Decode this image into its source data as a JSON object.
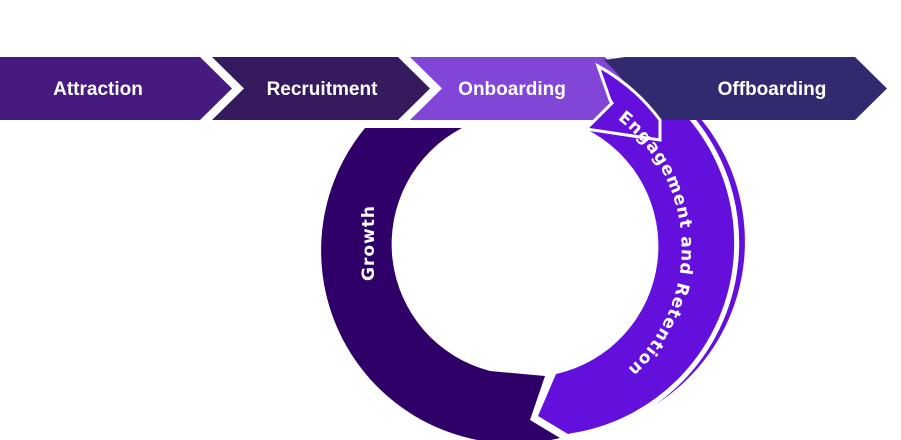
{
  "diagram": {
    "title": "Employee lifecycle",
    "stages": [
      {
        "id": "attraction",
        "label": "Attraction",
        "color": "#461a7e"
      },
      {
        "id": "recruitment",
        "label": "Recruitment",
        "color": "#361a5e"
      },
      {
        "id": "onboarding",
        "label": "Onboarding",
        "color": "#8145d8"
      },
      {
        "id": "offboarding",
        "label": "Offboarding",
        "color": "#312a6e"
      }
    ],
    "cycle": [
      {
        "id": "engagement",
        "label": "Engagement and Retention",
        "color": "#6410dc"
      },
      {
        "id": "growth",
        "label": "Growth",
        "color": "#2f0068"
      }
    ]
  }
}
